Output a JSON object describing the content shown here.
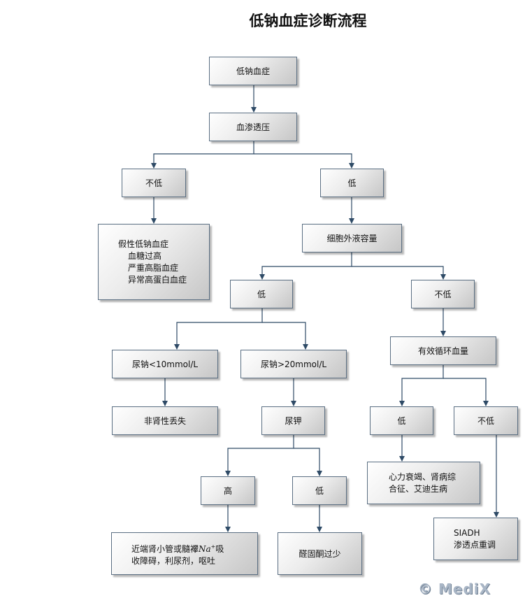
{
  "title": "低钠血症诊断流程",
  "nodes": {
    "hyponatremia": "低钠血症",
    "plasma_osmolality": "血渗透压",
    "osm_not_low": "不低",
    "osm_low": "低",
    "pseudo": {
      "title": "假性低钠血症",
      "items": [
        "血糖过高",
        "严重高脂血症",
        "异常高蛋白血症"
      ]
    },
    "ecf_volume": "细胞外液容量",
    "ecf_low": "低",
    "ecf_not_low": "不低",
    "effective_circulation": "有效循环血量",
    "urine_na_lt": "尿钠<10mmol/L",
    "urine_na_gt": "尿钠>20mmol/L",
    "nonrenal_loss": "非肾性丢失",
    "urine_k": "尿钾",
    "k_high": "高",
    "k_low": "低",
    "tubule_defect": {
      "line1_prefix": "近端肾小管或髓襻",
      "na": "Na",
      "sup": "+",
      "line1_suffix": "吸",
      "line2": "收障碍，利尿剂，呕吐"
    },
    "aldosterone": "醛固酮过少",
    "eff_low": "低",
    "eff_not_low": "不低",
    "heart_failure": {
      "line1": "心力衰竭、肾病综",
      "line2": "合征、艾迪生病"
    },
    "siadh": {
      "line1": "SIADH",
      "line2": "渗透点重调"
    }
  },
  "watermark": "© MediX",
  "colors": {
    "line": "#2e4a66",
    "border": "#5a6e82"
  }
}
